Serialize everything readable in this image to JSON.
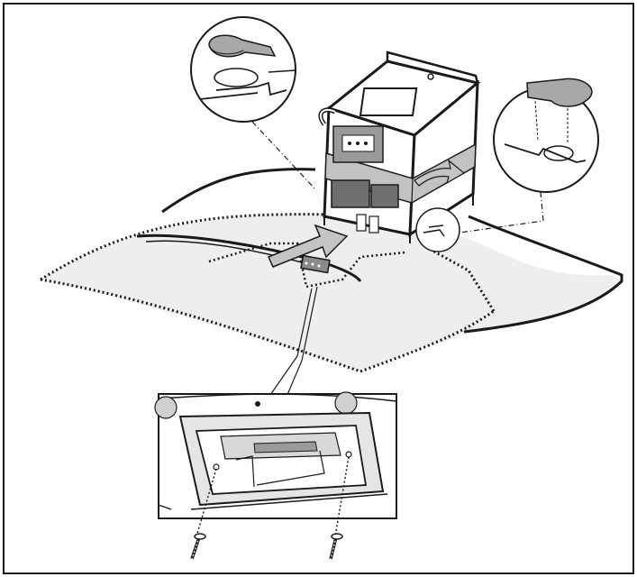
{
  "figure": {
    "palette": {
      "line": "#1a1a1a",
      "glass_fill": "#e8e8e8",
      "band": "#bdbdbd",
      "part_gray": "#a8a8a8",
      "dark_part": "#6f6f6f",
      "white": "#ffffff"
    },
    "parts": {
      "frame": "border-frame",
      "canopy": "glass-canopy",
      "motor_housing": "motor-housing",
      "insertion_arrow": "insertion-arrow",
      "detail_left": "detail-callout-left",
      "detail_right": "detail-callout-right",
      "detail_bottom": "detail-callout-bottom-underside",
      "screws": [
        "screw-left",
        "screw-right"
      ]
    }
  }
}
